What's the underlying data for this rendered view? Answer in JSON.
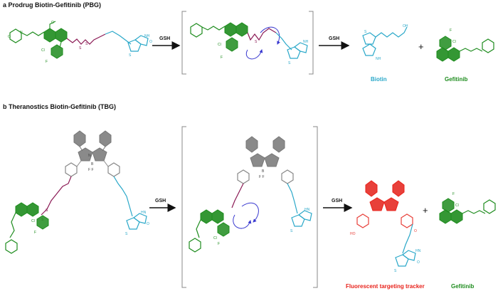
{
  "panel_a": {
    "title": "a Prodrug Biotin-Gefitinib (PBG)",
    "arrow1_label": "GSH",
    "arrow2_label": "GSH",
    "plus": "+",
    "product1_label": "Biotin",
    "product2_label": "Gefitinib"
  },
  "panel_b": {
    "title": "b Theranostics Biotin-Gefitinib (TBG)",
    "arrow1_label": "GSH",
    "arrow2_label": "GSH",
    "plus": "+",
    "product1_label": "Fluorescent targeting tracker",
    "product2_label": "Gefitinib"
  },
  "atoms": {
    "cl": "Cl",
    "f": "F",
    "n": "N",
    "o": "O",
    "s": "S",
    "hn": "HN",
    "nh": "NH",
    "oh": "OH",
    "ho": "HO",
    "b": "B",
    "ff": "F F"
  },
  "colors": {
    "gefitinib": "#1e8c1e",
    "biotin": "#2aa8c9",
    "linker": "#8b1a55",
    "bodipy": "#8a8a8a",
    "fluorescent": "#e8403a",
    "arrow_mechanism": "#3a3ad0"
  }
}
